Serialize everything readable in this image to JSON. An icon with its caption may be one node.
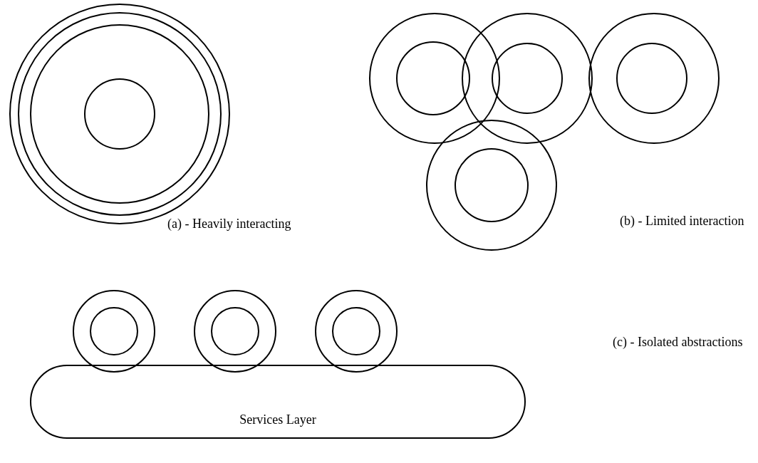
{
  "diagram": {
    "nodes": [
      {
        "text": [],
        "shape": "circle"
      },
      {
        "text": [],
        "shape": "circle",
        "in": 0
      },
      {
        "text": [],
        "shape": "circle",
        "in": 1
      },
      {
        "text": [],
        "shape": "circle",
        "in": 2
      },
      {
        "text": [],
        "shape": "circle"
      },
      {
        "text": [],
        "shape": "circle",
        "in": 4
      },
      {
        "text": [],
        "shape": "circle"
      },
      {
        "text": [],
        "shape": "circle",
        "in": 6
      },
      {
        "text": [],
        "shape": "circle"
      },
      {
        "text": [],
        "shape": "circle",
        "in": 8
      },
      {
        "text": [],
        "shape": "circle"
      },
      {
        "text": [],
        "shape": "circle",
        "in": 10
      },
      {
        "text": [],
        "shape": "circle"
      },
      {
        "text": [],
        "shape": "circle",
        "in": 12
      },
      {
        "text": [],
        "shape": "circle"
      },
      {
        "text": [],
        "shape": "circle",
        "in": 14
      },
      {
        "text": [],
        "shape": "circle"
      },
      {
        "text": [],
        "shape": "circle",
        "in": 16
      },
      {
        "text": [
          "Services Layer"
        ]
      }
    ],
    "labels": [
      "(a) - Heavily interacting",
      "(b) - Limited interaction",
      "(c) - Isolated abstractions"
    ]
  }
}
